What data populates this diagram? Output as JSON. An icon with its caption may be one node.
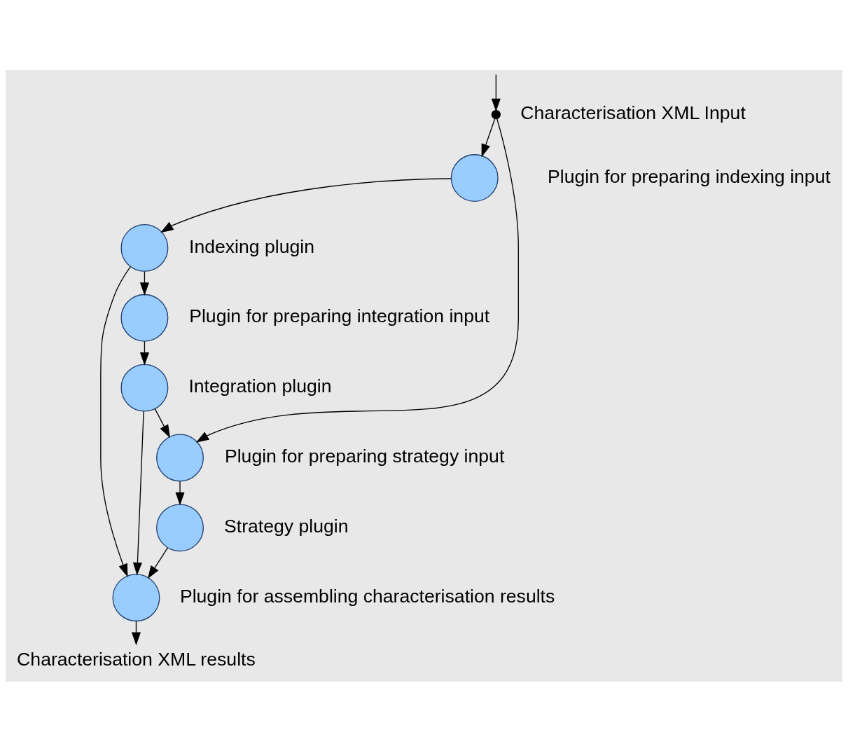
{
  "diagram": {
    "nodes": [
      {
        "text": [],
        "shape": "circle",
        "beside": [
          "Characterisation XML Input"
        ]
      },
      {
        "text": [],
        "shape": "circle",
        "beside": [
          "Plugin for preparing indexing input"
        ]
      },
      {
        "text": [],
        "shape": "circle",
        "beside": [
          "Indexing plugin"
        ]
      },
      {
        "text": [],
        "shape": "circle",
        "beside": [
          "Plugin for preparing integration input"
        ]
      },
      {
        "text": [],
        "shape": "circle",
        "beside": [
          "Integration plugin"
        ]
      },
      {
        "text": [],
        "shape": "circle",
        "beside": [
          "Plugin for preparing strategy input"
        ]
      },
      {
        "text": [],
        "shape": "circle",
        "beside": [
          "Strategy plugin"
        ]
      },
      {
        "text": [],
        "shape": "circle",
        "beside": [
          "Plugin for assembling characterisation results"
        ]
      },
      {
        "text": [
          "Characterisation XML results"
        ]
      }
    ],
    "edges": [
      {
        "from": null,
        "to": 0,
        "arrow": "to"
      },
      {
        "from": 0,
        "to": 1,
        "arrow": "to"
      },
      {
        "from": 1,
        "to": 2,
        "arrow": "to"
      },
      {
        "from": 2,
        "to": 3,
        "arrow": "to"
      },
      {
        "from": 3,
        "to": 4,
        "arrow": "to"
      },
      {
        "from": 4,
        "to": 5,
        "arrow": "to"
      },
      {
        "from": 0,
        "to": 5,
        "arrow": "to"
      },
      {
        "from": 5,
        "to": 6,
        "arrow": "to"
      },
      {
        "from": 2,
        "to": 7,
        "arrow": "to"
      },
      {
        "from": 4,
        "to": 7,
        "arrow": "to"
      },
      {
        "from": 6,
        "to": 7,
        "arrow": "to"
      },
      {
        "from": 7,
        "to": 8,
        "arrow": "to"
      }
    ]
  }
}
